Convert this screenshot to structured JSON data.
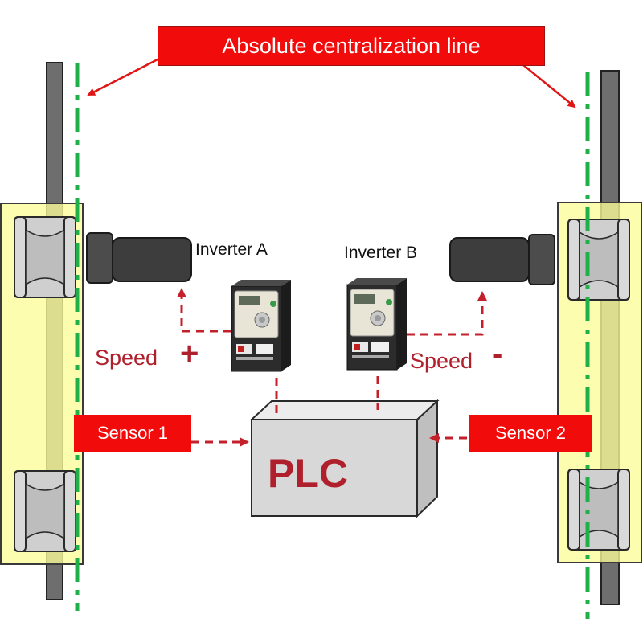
{
  "title": "Absolute centralization line",
  "inverters": [
    {
      "label": "Inverter  A"
    },
    {
      "label": "Inverter  B"
    }
  ],
  "speeds": [
    {
      "label": "Speed",
      "sign": "+"
    },
    {
      "label": "Speed",
      "sign": "-"
    }
  ],
  "sensors": [
    {
      "label": "Sensor 1"
    },
    {
      "label": "Sensor 2"
    }
  ],
  "controller": {
    "label": "PLC"
  },
  "colors": {
    "label_red": "#f10b0b",
    "signal_red": "#b0202c",
    "centerline_green": "#1fb04a",
    "highlight_yellow": "#fcfc9a",
    "motor_gray": "#3d3d3d",
    "plc_gray": "#d8d8d8"
  }
}
